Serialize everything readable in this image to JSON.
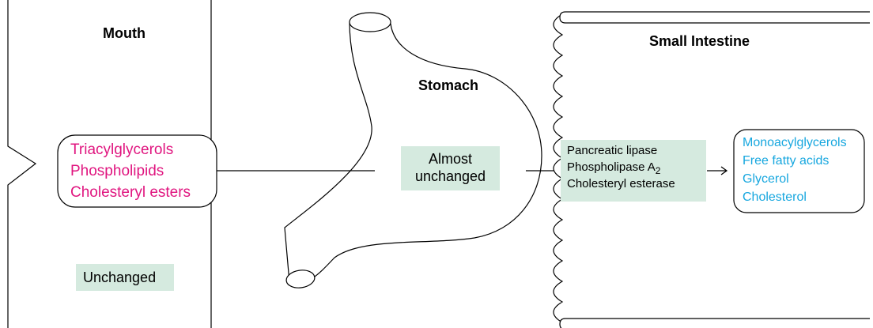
{
  "compartments": {
    "mouth": {
      "title": "Mouth",
      "status": "Unchanged"
    },
    "stomach": {
      "title": "Stomach",
      "status_line1": "Almost",
      "status_line2": "unchanged"
    },
    "small_intestine": {
      "title": "Small Intestine",
      "enzymes": [
        {
          "text": "Pancreatic lipase"
        },
        {
          "text": "Phospholipase A",
          "subscript": "2"
        },
        {
          "text": "Cholesteryl esterase"
        }
      ]
    }
  },
  "dietary_lipids": [
    "Triacylglycerols",
    "Phospholipids",
    "Cholesteryl esters"
  ],
  "products": [
    "Monoacylglycerols",
    "Free fatty acids",
    "Glycerol",
    "Cholesterol"
  ],
  "colors": {
    "lipid_text": "#e0157f",
    "product_text": "#17a7df",
    "highlight_box": "#d5eadf",
    "outline": "#000000"
  },
  "icons": {
    "arrow": "right-arrow-icon"
  }
}
